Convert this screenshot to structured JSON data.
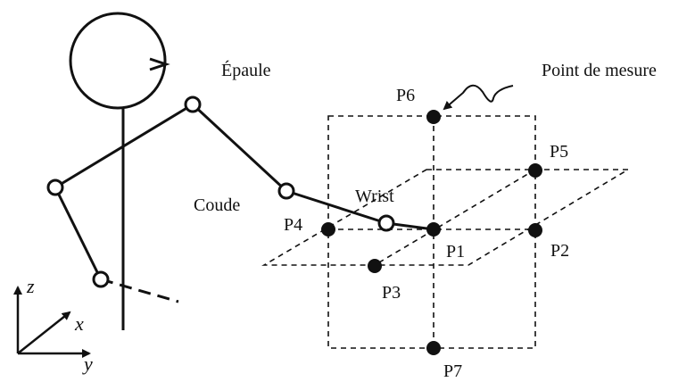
{
  "labels": {
    "shoulder": "Épaule",
    "elbow": "Coude",
    "wrist": "Wrist",
    "measure_point": "Point de mesure"
  },
  "points": [
    "P1",
    "P2",
    "P3",
    "P4",
    "P5",
    "P6",
    "P7"
  ],
  "axes": {
    "z": "z",
    "x": "x",
    "y": "y"
  },
  "colors": {
    "ink": "#111111",
    "background": "#ffffff"
  }
}
